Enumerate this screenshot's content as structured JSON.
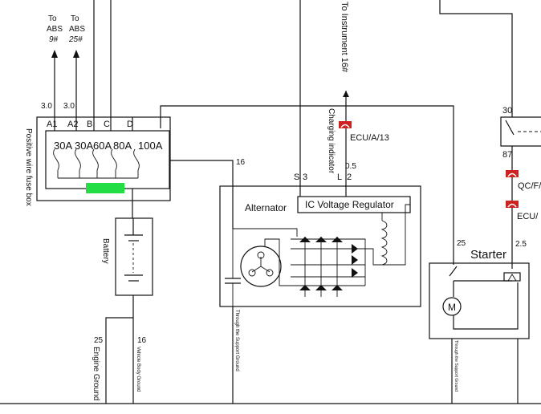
{
  "abs_labels": [
    {
      "to": "To",
      "abs": "ABS",
      "pin": "9#"
    },
    {
      "to": "To",
      "abs": "ABS",
      "pin": "25#"
    }
  ],
  "fuse_wire_sizes": [
    "3.0",
    "3.0"
  ],
  "fuse_ids": [
    "A1",
    "A2",
    "B",
    "C",
    "D"
  ],
  "fuse_ratings": [
    "30A",
    "30A",
    "60A",
    "80A",
    "100A"
  ],
  "fuse_box_label": "Positive wire fuse box",
  "fuse_indicator_color": "#22dd44",
  "battery_label": "Battery",
  "instrument_label": "To Instrument 16#",
  "charging_indicator_label": "Charging indicator",
  "connector_ecu_a13": "ECU/A/13",
  "wire_0_5": "0.5",
  "wire_16": "16",
  "pin_s": "S",
  "pin_3": "3",
  "pin_l": "L",
  "pin_2": "2",
  "alternator_label": "Alternator",
  "regulator_label": "IC Voltage Regulator",
  "relay_pin_30": "30",
  "relay_pin_87": "87",
  "connector_qc": "QC/F/",
  "connector_ecu_right": "ECU/",
  "wire_25_starter": "25",
  "wire_2_5": "2.5",
  "starter_label": "Starter",
  "motor_label": "M",
  "ground_wire_25": "25",
  "engine_ground_label": "Engine Ground",
  "ground_wire_16": "16",
  "vehicle_ground_label": "Vehicle Body Ground",
  "support_ground_label": "Through the Support Ground",
  "connector_color": "#cc2222"
}
